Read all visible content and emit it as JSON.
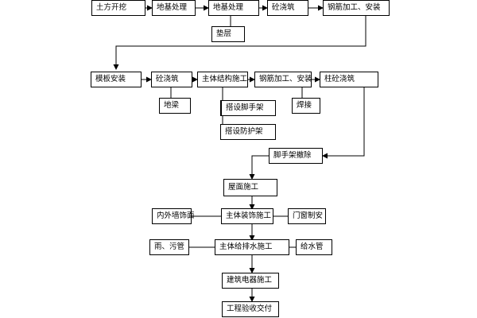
{
  "nodes": {
    "tufang": "土方开挖",
    "diji1": "地基处理",
    "diji2": "地基处理",
    "tujiao1": "砼浇筑",
    "gangjin1": "钢筋加工、安装",
    "dianceng": "垫层",
    "muban": "模板安装",
    "tujiao2": "砼浇筑",
    "zhuti": "主体结构施工",
    "gangjin2": "钢筋加工、安装",
    "zhutujiao": "柱砼浇筑",
    "diliang": "地梁",
    "jiaoshou": "搭设脚手架",
    "hanjie": "焊接",
    "fanghu": "搭设防护架",
    "chaichu": "脚手架撤除",
    "wumian": "屋面施工",
    "neiwai": "内外墙饰面",
    "zhuangshi": "主体装饰施工",
    "menchuang": "门窗制安",
    "yuwu": "雨、污管",
    "geipaishui": "主体给排水施工",
    "geishui": "给水管",
    "dianqi": "建筑电器施工",
    "yanshou": "工程验收交付"
  }
}
